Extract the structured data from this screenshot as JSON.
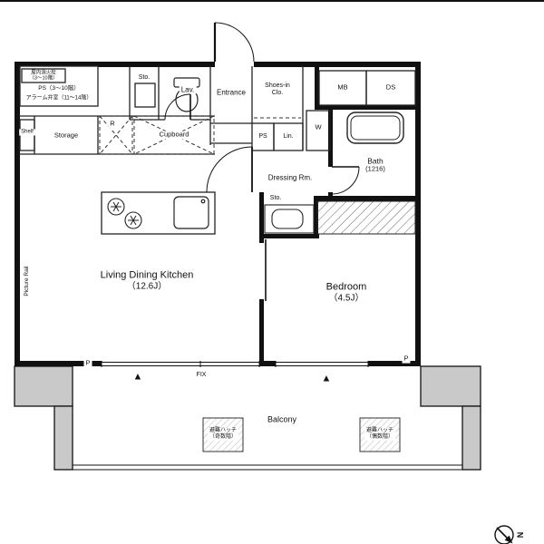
{
  "utility": {
    "hydrant1": "屋内消火栓",
    "hydrant2": "（3〜10階）",
    "ps": "PS（3〜10階）",
    "alarm": "アラーム弁室（11〜14階）"
  },
  "rooms": {
    "sto_top": "Sto.",
    "lav": "Lav.",
    "entrance": "Entrance",
    "shoes1": "Shoes-in",
    "shoes2": "Clo.",
    "mb": "MB",
    "ds": "DS",
    "shelf": "Shelf",
    "storage": "Storage",
    "fridge": "R",
    "cupboard": "Cupboard",
    "ps_small": "PS",
    "linen": "Lin.",
    "washer": "W",
    "bath1": "Bath",
    "bath2": "(1216)",
    "dressing": "Dressing Rm.",
    "sto_small": "Sto.",
    "ldk1": "Living Dining Kitchen",
    "ldk2": "（12.6J）",
    "bed1": "Bedroom",
    "bed2": "（4.5J）",
    "picture_rail": "Picture Rail"
  },
  "balcony": {
    "label": "Balcony",
    "hatch_left_line1": "避難ハッチ",
    "hatch_left_line2": "（奇数階）",
    "hatch_right_line1": "避難ハッチ",
    "hatch_right_line2": "（偶数階）"
  },
  "markers": {
    "p_left": "P",
    "p_right": "P",
    "fix": "FIX",
    "window_triangle": "▲",
    "compass_north": "N"
  },
  "colors": {
    "wall": "#111111",
    "thin_line": "#222222",
    "balcony_wall": "#c9c9c9"
  }
}
